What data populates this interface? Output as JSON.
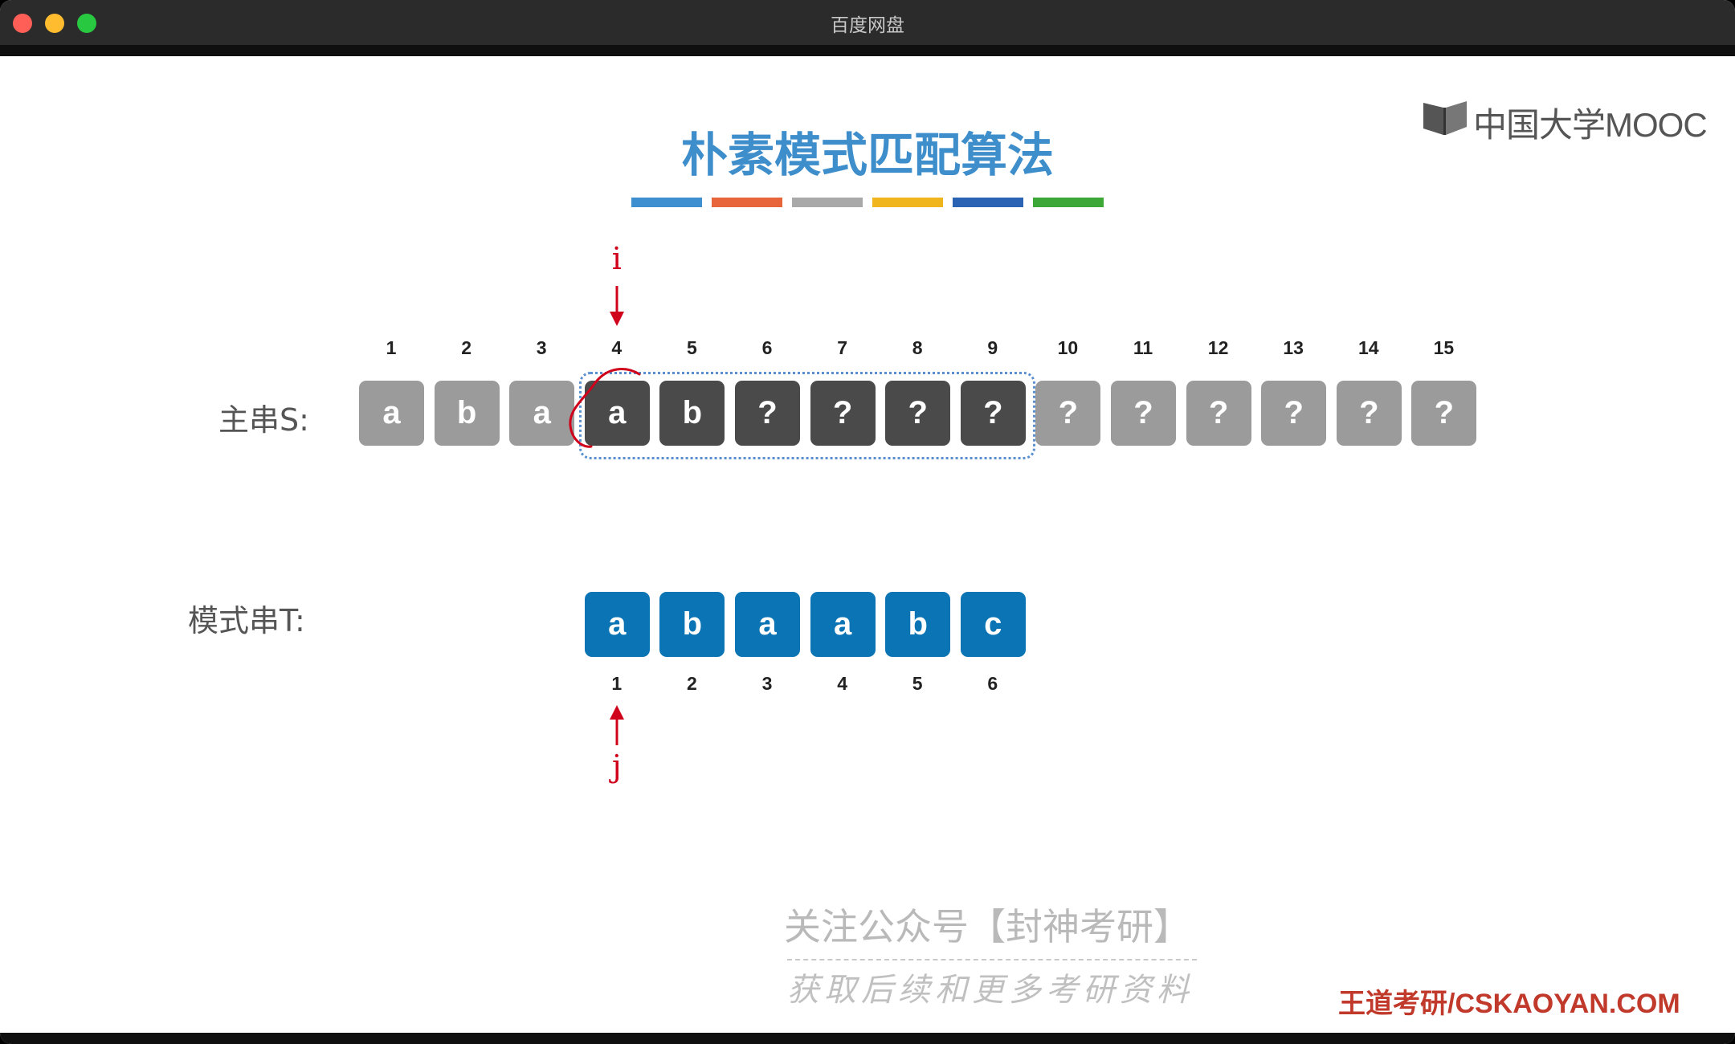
{
  "window": {
    "title": "百度网盘"
  },
  "logo": {
    "text": "中国大学MOOC",
    "icon": "book-icon"
  },
  "slide": {
    "title": "朴素模式匹配算法",
    "divider_colors": [
      "#3d8fd0",
      "#e8643a",
      "#a9a9a9",
      "#f0b41d",
      "#2a62b4",
      "#3da838"
    ]
  },
  "main_string": {
    "label": "主串S:",
    "indices": [
      "1",
      "2",
      "3",
      "4",
      "5",
      "6",
      "7",
      "8",
      "9",
      "10",
      "11",
      "12",
      "13",
      "14",
      "15"
    ],
    "chars": [
      "a",
      "b",
      "a",
      "a",
      "b",
      "?",
      "?",
      "?",
      "?",
      "?",
      "?",
      "?",
      "?",
      "?",
      "?"
    ],
    "highlighted_range": [
      4,
      9
    ],
    "pointer_label": "i",
    "pointer_index": 4
  },
  "pattern_string": {
    "label": "模式串T:",
    "indices": [
      "1",
      "2",
      "3",
      "4",
      "5",
      "6"
    ],
    "chars": [
      "a",
      "b",
      "a",
      "a",
      "b",
      "c"
    ],
    "pointer_label": "j",
    "pointer_index": 1
  },
  "watermark": {
    "line1": "关注公众号【封神考研】",
    "line2": "获取后续和更多考研资料"
  },
  "brand": "王道考研/CSKAOYAN.COM",
  "colors": {
    "title": "#3e8ecb",
    "pattern_cell": "#0b74b5",
    "active_cell": "#4a4a4a",
    "inactive_cell": "#9b9b9b",
    "pointer": "#d0021b",
    "brand": "#c0392b"
  }
}
